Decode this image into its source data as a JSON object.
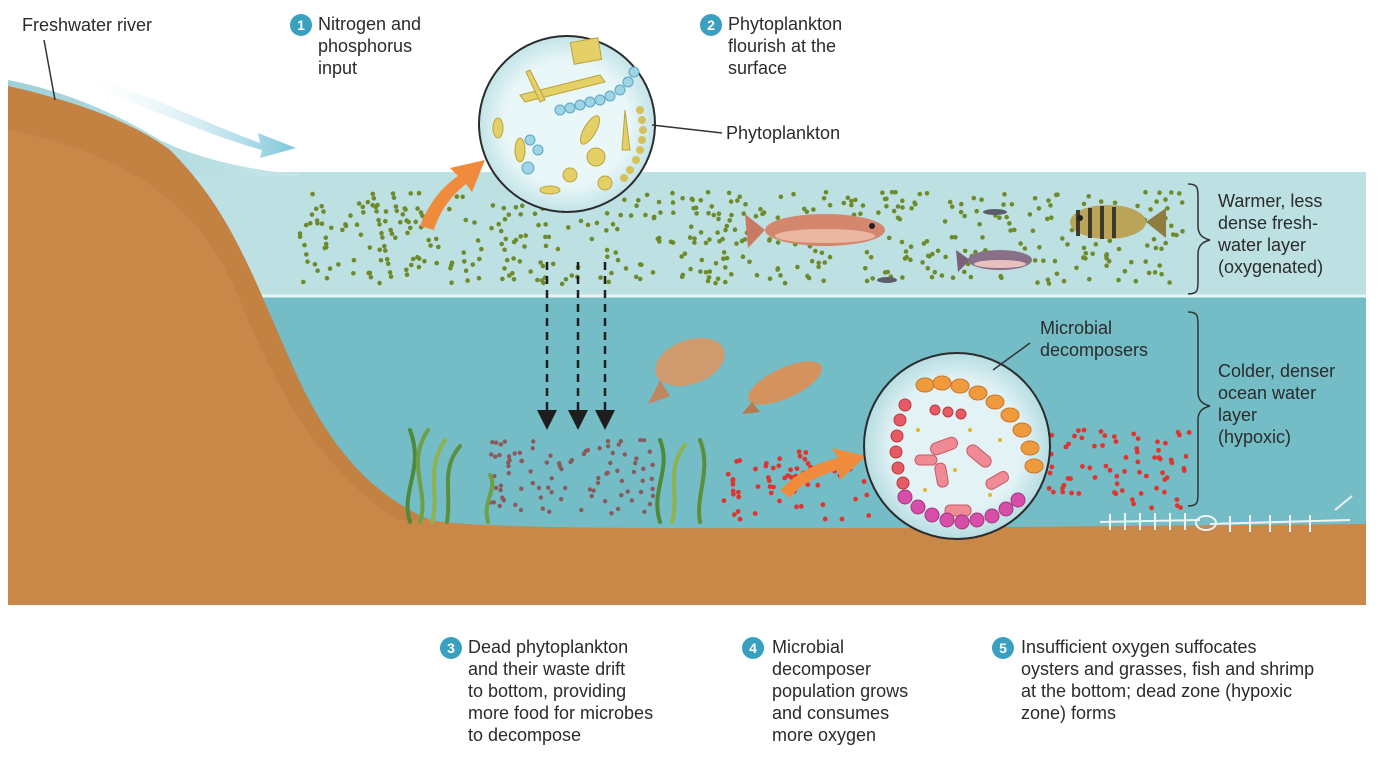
{
  "labels": {
    "river": "Freshwater river",
    "phytoplankton": "Phytoplankton",
    "microbial": [
      "Microbial",
      "decomposers"
    ],
    "warm_layer": [
      "Warmer, less",
      "dense fresh-",
      "water layer",
      "(oxygenated)"
    ],
    "cold_layer": [
      "Colder, denser",
      "ocean water",
      "layer",
      "(hypoxic)"
    ]
  },
  "steps": [
    {
      "number": "1",
      "lines": [
        "Nitrogen and",
        "phosphorus",
        "input"
      ]
    },
    {
      "number": "2",
      "lines": [
        "Phytoplankton",
        "flourish at the",
        "surface"
      ]
    },
    {
      "number": "3",
      "lines": [
        "Dead phytoplankton",
        "and their waste drift",
        "to bottom, providing",
        "more food for microbes",
        "to decompose"
      ]
    },
    {
      "number": "4",
      "lines": [
        "Microbial",
        "decomposer",
        "population grows",
        "and consumes",
        "more oxygen"
      ]
    },
    {
      "number": "5",
      "lines": [
        "Insufficient oxygen suffocates",
        "oysters and grasses, fish and shrimp",
        "at the bottom; dead zone (hypoxic",
        "zone) forms"
      ]
    }
  ],
  "colors": {
    "warm_water": "#b9dfe1",
    "cold_water": "#6fb8c3",
    "sediment": "#c98748",
    "accent_arrow": "#f08a3c",
    "badge": "#3aa0c0"
  },
  "icons": [
    "fish-icon",
    "seaweed-icon",
    "skeleton-icon",
    "arrow-icon"
  ]
}
